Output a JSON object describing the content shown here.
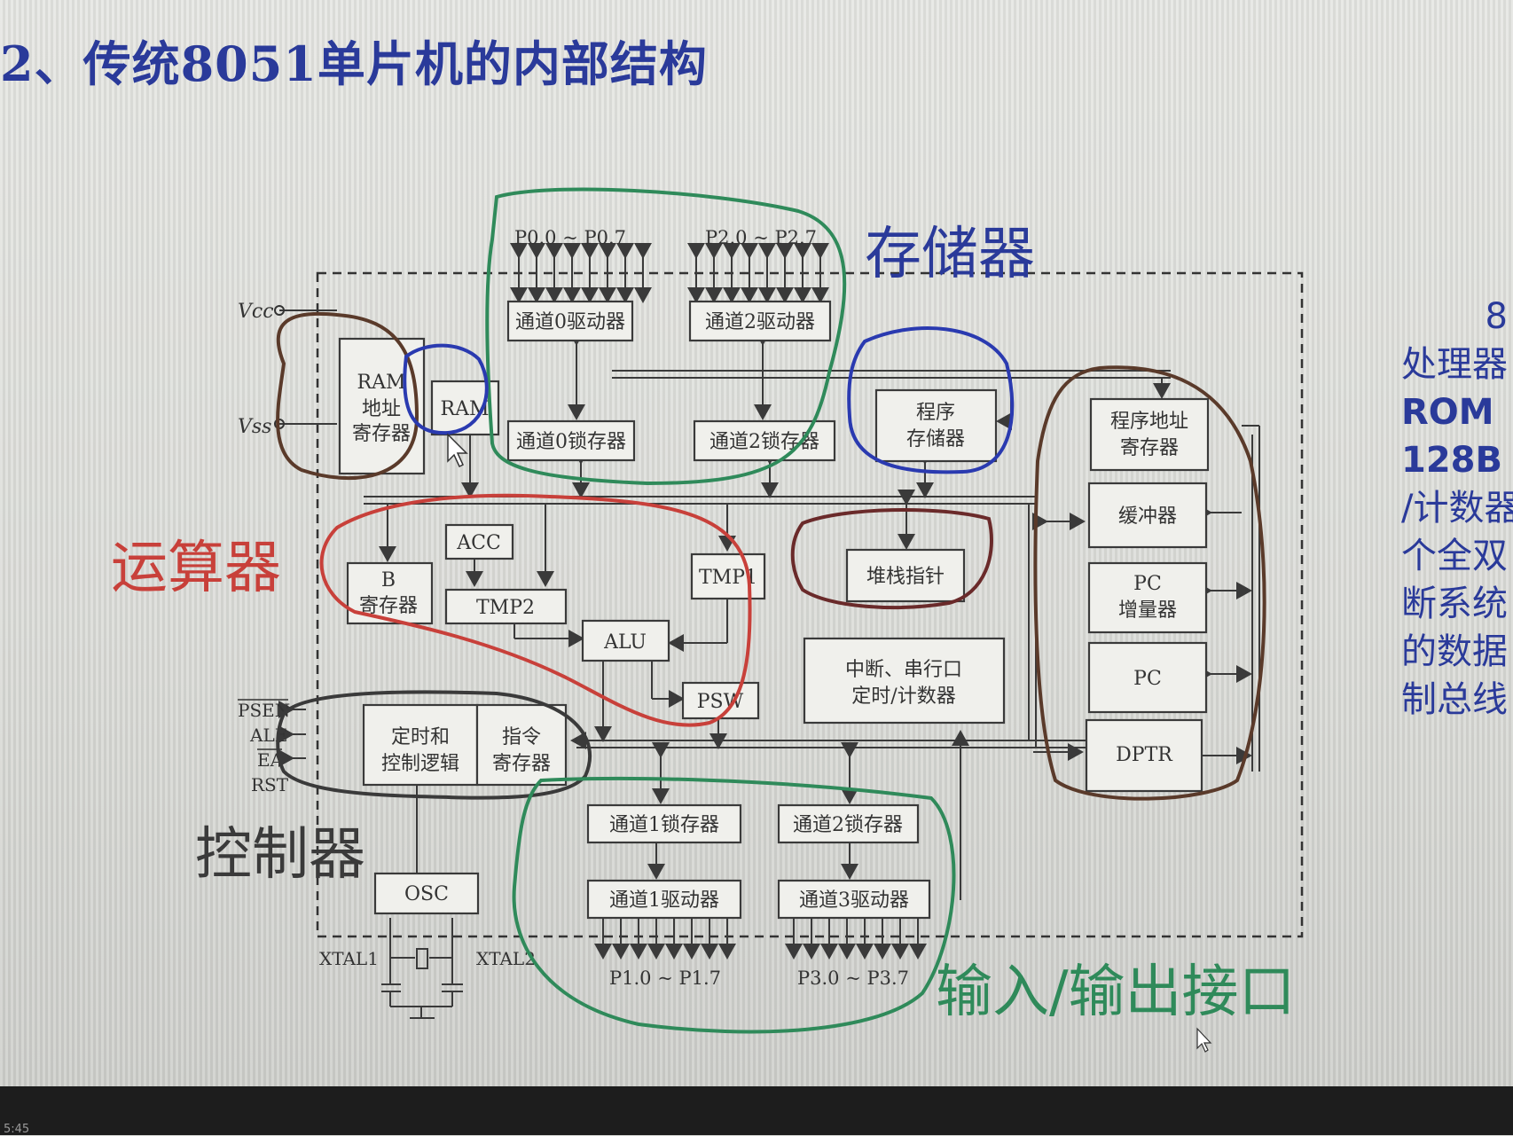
{
  "title": "2、传统8051单片机的内部结构",
  "side_text": [
    "8",
    "处理器",
    "ROM",
    "128B",
    "/计数器",
    "个全双",
    "断系统",
    "的数据",
    "制总线"
  ],
  "annotations": {
    "memory": "存储器",
    "alu": "运算器",
    "controller": "控制器",
    "io": "输入/输出接口"
  },
  "annotation_colors": {
    "memory": "#2a3a9a",
    "alu": "#c8403a",
    "controller": "#3a3a3a",
    "io": "#2f8a5a"
  },
  "pins": {
    "p0": "P0.0 ~ P0.7",
    "p2": "P2.0 ~ P2.7",
    "p1": "P1.0 ~ P1.7",
    "p3": "P3.0 ~ P3.7",
    "vcc": "Vcc",
    "vss": "Vss",
    "psen": "PSEN",
    "ale": "ALE",
    "ea": "EA",
    "rst": "RST",
    "xtal1": "XTAL1",
    "xtal2": "XTAL2"
  },
  "blocks": {
    "p0_driver": "通道0驱动器",
    "p2_driver": "通道2驱动器",
    "p0_latch": "通道0锁存器",
    "p2_latch": "通道2锁存器",
    "ram_addr": [
      "RAM",
      "地址",
      "寄存器"
    ],
    "ram": "RAM",
    "program_memory": [
      "程序",
      "存储器"
    ],
    "program_addr": [
      "程序地址",
      "寄存器"
    ],
    "buffer": "缓冲器",
    "pc_inc": [
      "PC",
      "增量器"
    ],
    "pc": "PC",
    "dptr": "DPTR",
    "acc": "ACC",
    "b_reg": [
      "B",
      "寄存器"
    ],
    "tmp2": "TMP2",
    "tmp1": "TMP1",
    "alu": "ALU",
    "psw": "PSW",
    "stack_pointer": "堆栈指针",
    "interrupt": [
      "中断、串行口",
      "定时/计数器"
    ],
    "timing_logic": [
      "定时和",
      "控制逻辑"
    ],
    "instr_reg": [
      "指令",
      "寄存器"
    ],
    "p1_latch": "通道1锁存器",
    "p2_latch_b": "通道2锁存器",
    "p1_driver": "通道1驱动器",
    "p3_driver": "通道3驱动器",
    "osc": "OSC"
  },
  "bezel_text": "5:45"
}
